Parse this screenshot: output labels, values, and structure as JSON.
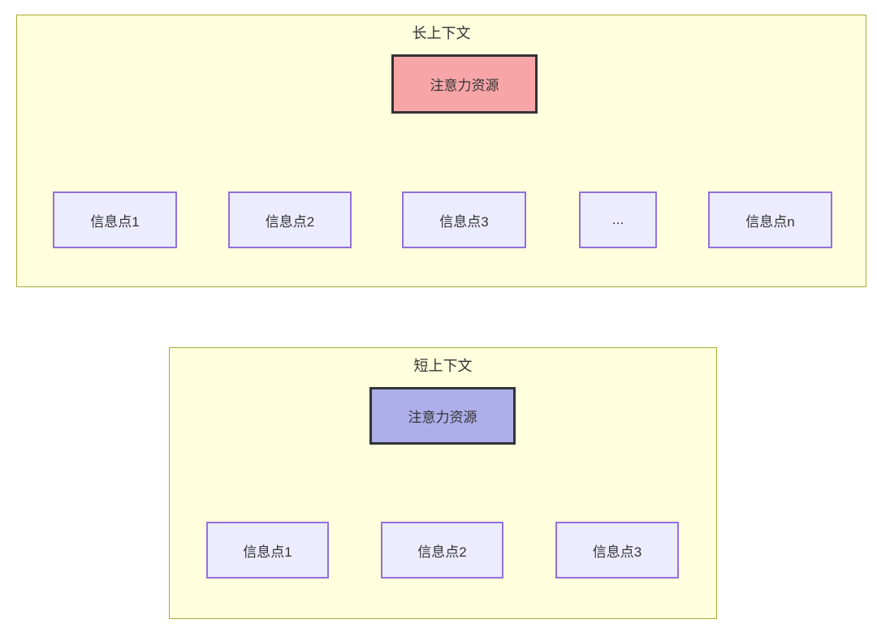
{
  "diagrams": {
    "long_context": {
      "title": "长上下文",
      "root": {
        "label": "注意力资源"
      },
      "children": [
        {
          "label": "信息点1"
        },
        {
          "label": "信息点2"
        },
        {
          "label": "信息点3"
        },
        {
          "label": "..."
        },
        {
          "label": "信息点n"
        }
      ]
    },
    "short_context": {
      "title": "短上下文",
      "root": {
        "label": "注意力资源"
      },
      "children": [
        {
          "label": "信息点1"
        },
        {
          "label": "信息点2"
        },
        {
          "label": "信息点3"
        }
      ]
    }
  },
  "colors": {
    "container_fill": "#ffffde",
    "container_border": "#aaaa33",
    "long_root_fill": "#f8a5a8",
    "short_root_fill": "#aeaeea",
    "info_node_fill": "#ececff",
    "info_node_border": "#9370db",
    "root_node_border": "#333333",
    "edge": "#333333",
    "text": "#333333"
  }
}
